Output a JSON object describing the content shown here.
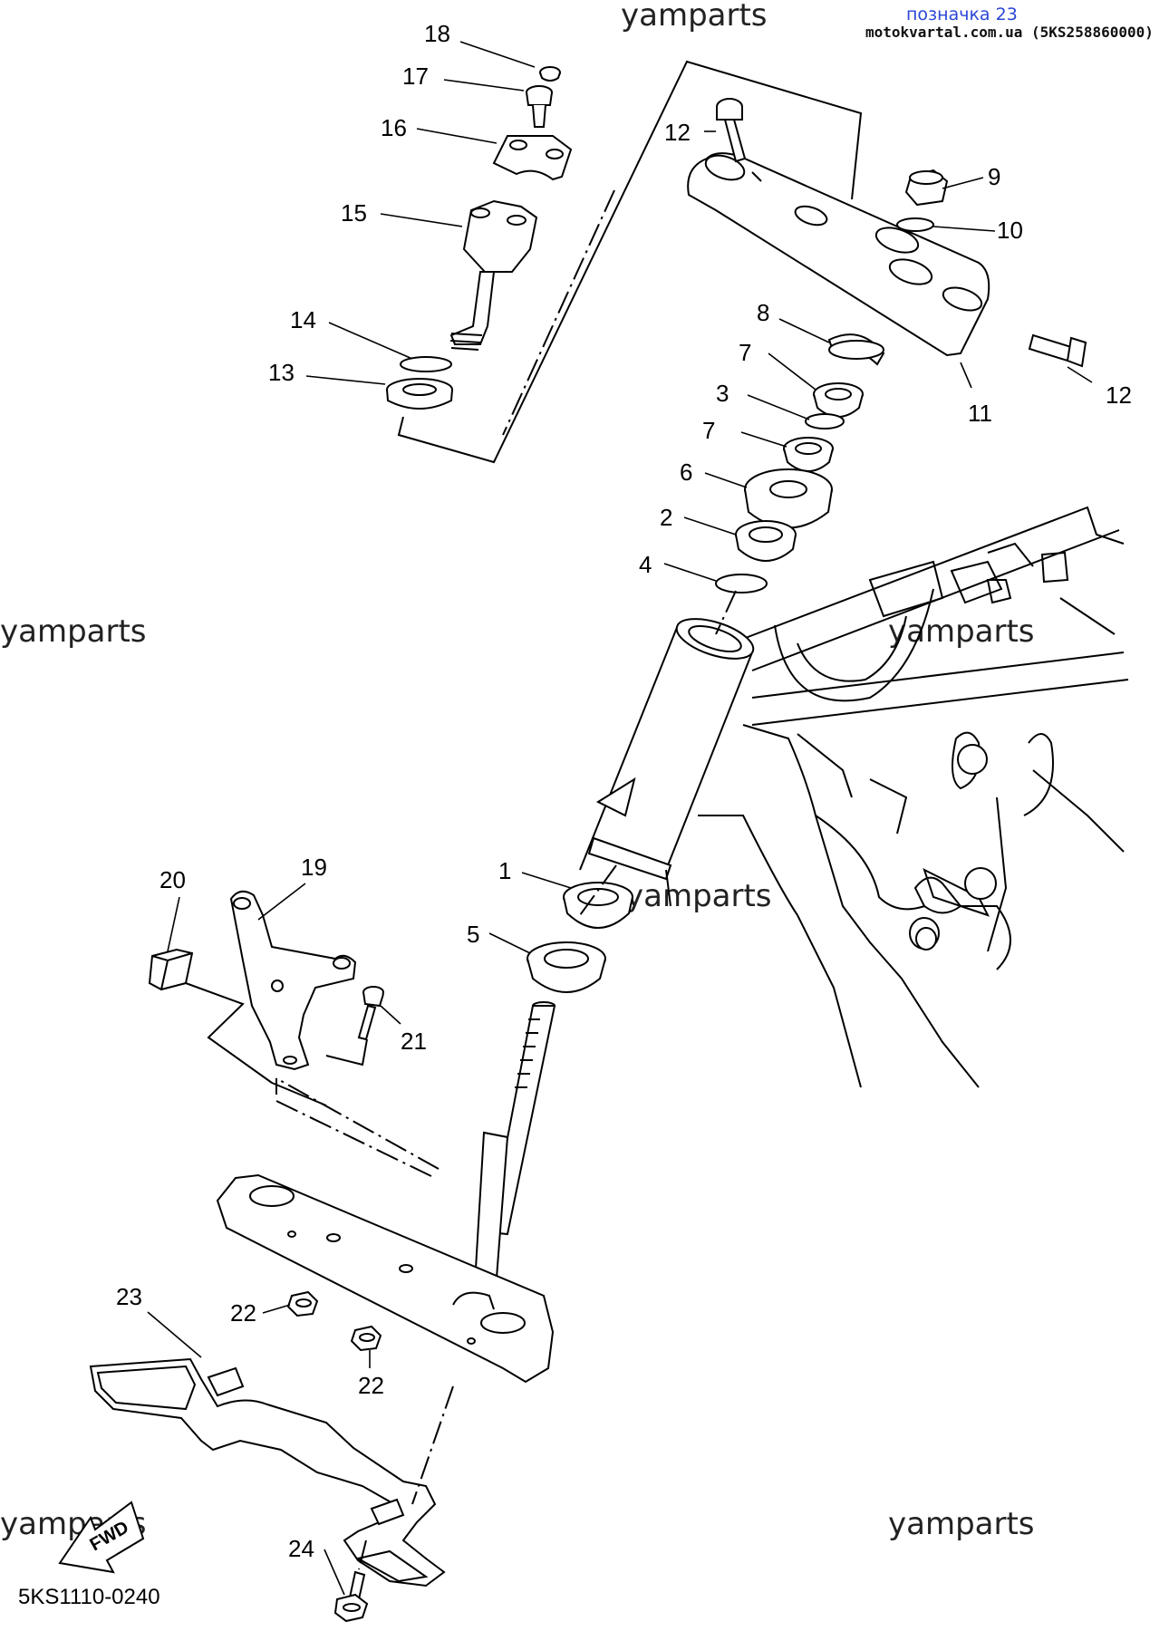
{
  "header": {
    "site_title": "позначка 23",
    "site_sub": "motokvartal.com.ua (5KS258860000)"
  },
  "watermarks": [
    "yamparts",
    "yamparts",
    "yamparts",
    "yamparts",
    "yamparts",
    "yamparts"
  ],
  "diagram_code": "5KS1110-0240",
  "fwd_label": "FWD",
  "callouts": {
    "c1": "1",
    "c2": "2",
    "c3": "3",
    "c4": "4",
    "c5": "5",
    "c6": "6",
    "c7a": "7",
    "c7b": "7",
    "c8": "8",
    "c9": "9",
    "c10": "10",
    "c11": "11",
    "c12a": "12",
    "c12b": "12",
    "c13": "13",
    "c14": "14",
    "c15": "15",
    "c16": "16",
    "c17": "17",
    "c18": "18",
    "c19": "19",
    "c20": "20",
    "c21": "21",
    "c22a": "22",
    "c22b": "22",
    "c23": "23",
    "c24": "24"
  }
}
